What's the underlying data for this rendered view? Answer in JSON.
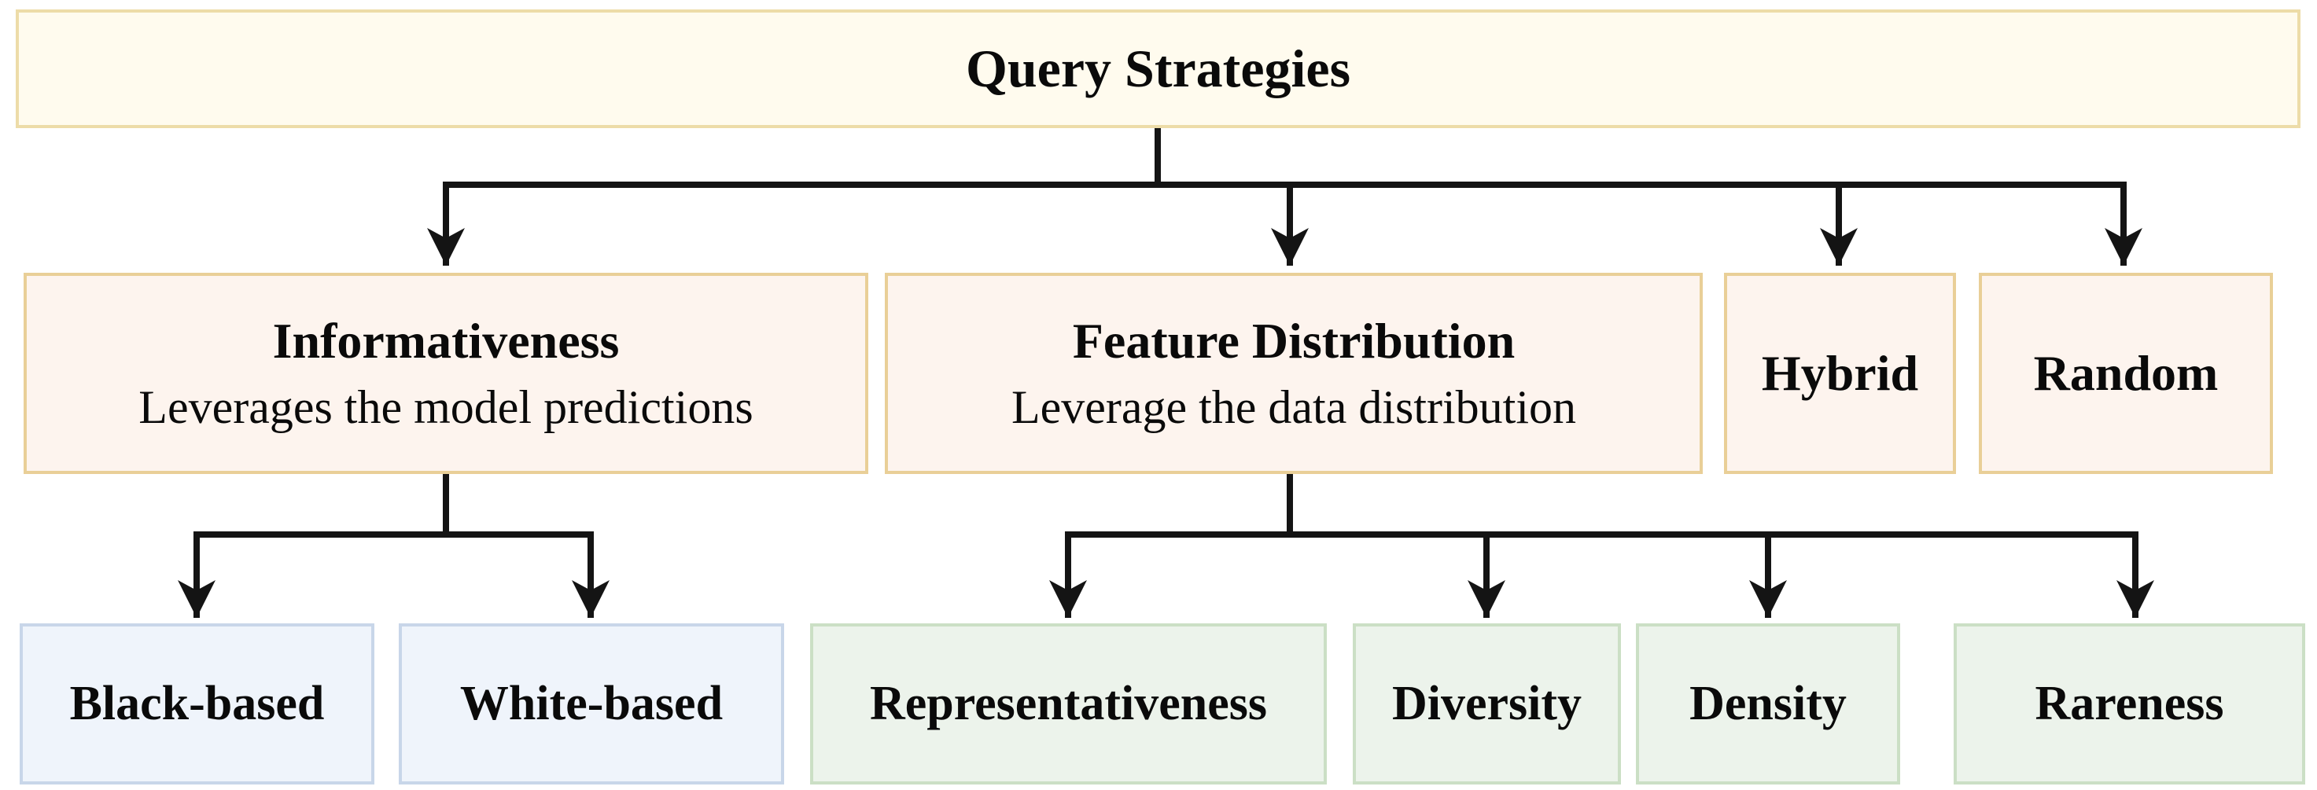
{
  "nodes": {
    "root": {
      "label": "Query Strategies"
    },
    "informativeness": {
      "title": "Informativeness",
      "subtitle": "Leverages the model predictions"
    },
    "feature_distribution": {
      "title": "Feature Distribution",
      "subtitle": "Leverage the data distribution"
    },
    "hybrid": {
      "label": "Hybrid"
    },
    "random": {
      "label": "Random"
    },
    "black_based": {
      "label": "Black-based"
    },
    "white_based": {
      "label": "White-based"
    },
    "representativeness": {
      "label": "Representativeness"
    },
    "diversity": {
      "label": "Diversity"
    },
    "density": {
      "label": "Density"
    },
    "rareness": {
      "label": "Rareness"
    }
  },
  "hierarchy": [
    {
      "parent": "Query Strategies",
      "children": [
        "Informativeness",
        "Feature Distribution",
        "Hybrid",
        "Random"
      ]
    },
    {
      "parent": "Informativeness",
      "children": [
        "Black-based",
        "White-based"
      ]
    },
    {
      "parent": "Feature Distribution",
      "children": [
        "Representativeness",
        "Diversity",
        "Density",
        "Rareness"
      ]
    }
  ],
  "colors": {
    "root-fill": "#FFFBEE",
    "root-border": "#EDDCA8",
    "branch-fill": "#FDF4EE",
    "branch-border": "#E9CF97",
    "blue-fill": "#EFF4FB",
    "blue-border": "#C8D6E9",
    "green-fill": "#ECF3EB",
    "green-border": "#CBDFC5",
    "line": "#141414",
    "text": "#0A0A0A"
  }
}
